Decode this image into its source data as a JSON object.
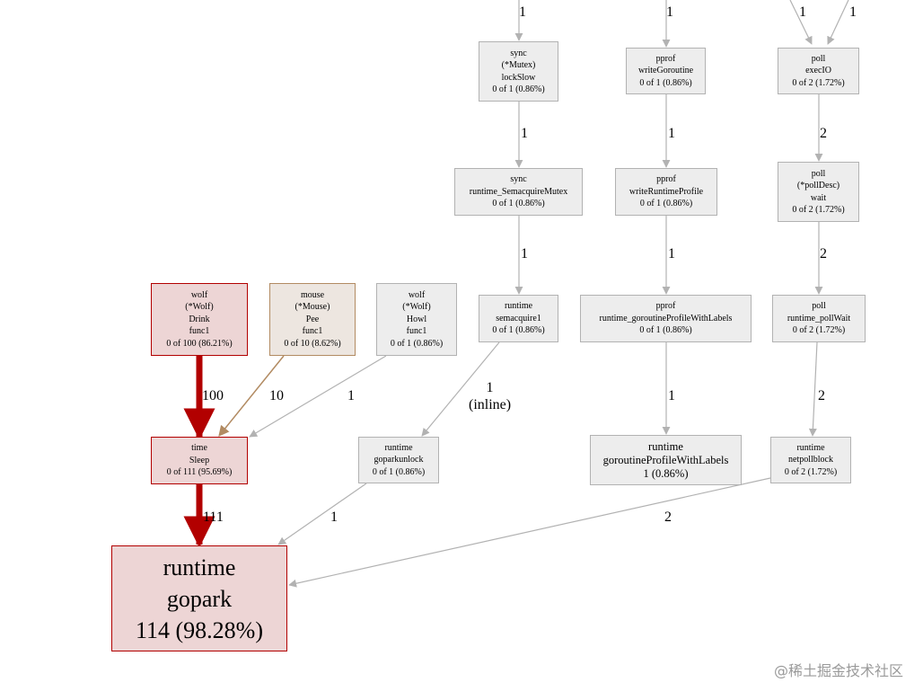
{
  "nodes": {
    "wolf_drink": [
      "wolf",
      "(*Wolf)",
      "Drink",
      "func1",
      "0 of 100 (86.21%)"
    ],
    "mouse_pee": [
      "mouse",
      "(*Mouse)",
      "Pee",
      "func1",
      "0 of 10 (8.62%)"
    ],
    "wolf_howl": [
      "wolf",
      "(*Wolf)",
      "Howl",
      "func1",
      "0 of 1 (0.86%)"
    ],
    "time_sleep": [
      "time",
      "Sleep",
      "0 of 111 (95.69%)"
    ],
    "gopark": [
      "runtime",
      "gopark",
      "114 (98.28%)"
    ],
    "sync_lockslow": [
      "sync",
      "(*Mutex)",
      "lockSlow",
      "0 of 1 (0.86%)"
    ],
    "sync_semacquire_mutex": [
      "sync",
      "runtime_SemacquireMutex",
      "0 of 1 (0.86%)"
    ],
    "runtime_semacquire1": [
      "runtime",
      "semacquire1",
      "0 of 1 (0.86%)"
    ],
    "runtime_goparkunlock": [
      "runtime",
      "goparkunlock",
      "0 of 1 (0.86%)"
    ],
    "pprof_writegoroutine": [
      "pprof",
      "writeGoroutine",
      "0 of 1 (0.86%)"
    ],
    "pprof_writeruntimeprofile": [
      "pprof",
      "writeRuntimeProfile",
      "0 of 1 (0.86%)"
    ],
    "pprof_goroutineprofilewithlabels": [
      "pprof",
      "runtime_goroutineProfileWithLabels",
      "0 of 1 (0.86%)"
    ],
    "runtime_goroutineprofilewithlabels": [
      "runtime",
      "goroutineProfileWithLabels",
      "1 (0.86%)"
    ],
    "poll_execio": [
      "poll",
      "execIO",
      "0 of 2 (1.72%)"
    ],
    "poll_polldesc_wait": [
      "poll",
      "(*pollDesc)",
      "wait",
      "0 of 2 (1.72%)"
    ],
    "poll_runtime_pollwait": [
      "poll",
      "runtime_pollWait",
      "0 of 2 (1.72%)"
    ],
    "runtime_netpollblock": [
      "runtime",
      "netpollblock",
      "0 of 2 (1.72%)"
    ]
  },
  "edges": {
    "top_sync": "1",
    "top_pprof": "1",
    "top_poll_left": "1",
    "top_poll_right": "1",
    "lockslow_semacquiremutex": "1",
    "semacquiremutex_semacquire1": "1",
    "semacquire1_goparkunlock": [
      "1",
      "(inline)"
    ],
    "goparkunlock_gopark": "1",
    "writegoroutine_writeruntimeprofile": "1",
    "writeruntimeprofile_goroutineprofile": "1",
    "goroutineprofile_runtime": "1",
    "execio_polldesc": "2",
    "polldesc_pollwait": "2",
    "pollwait_netpollblock": "2",
    "netpollblock_gopark": "2",
    "drink_sleep": "100",
    "pee_sleep": "10",
    "howl_sleep": "1",
    "sleep_gopark": "111"
  },
  "colors": {
    "hot_edge": "#b20000",
    "warm_edge": "#b28b62",
    "cold_edge": "#b2b2b2",
    "hot_fill": "#edd5d5",
    "cold_fill": "#ededed"
  },
  "watermark": "@稀土掘金技术社区"
}
